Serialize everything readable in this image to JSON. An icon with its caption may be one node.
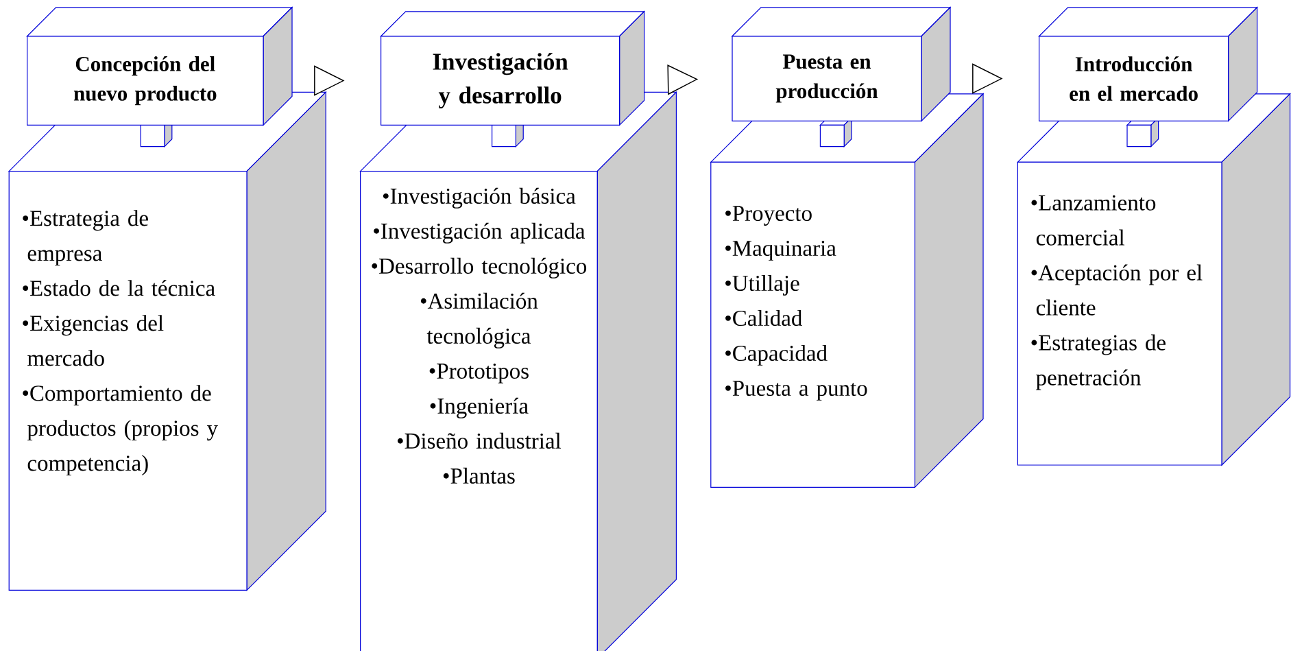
{
  "diagram": {
    "nodes": [
      {
        "text": [
          "Concepción del nuevo producto"
        ]
      },
      {
        "text": [
          "•Estrategia de empresa",
          "•Estado de la técnica",
          "•Exigencias del mercado",
          "•Comportamiento de productos (propios y competencia)"
        ]
      },
      {
        "text": [
          "Investigación y desarrollo"
        ]
      },
      {
        "text": [
          "•Investigación básica",
          "•Investigación aplicada",
          "•Desarrollo tecnológico",
          "•Asimilación tecnológica",
          "•Prototipos",
          "•Ingeniería",
          "•Diseño industrial",
          "•Plantas"
        ]
      },
      {
        "text": [
          "Puesta en producción"
        ]
      },
      {
        "text": [
          "•Proyecto",
          "•Maquinaria",
          "•Utillaje",
          "•Calidad",
          "•Capacidad",
          "•Puesta a punto"
        ]
      },
      {
        "text": [
          "Introducción en el mercado"
        ]
      },
      {
        "text": [
          "•Lanzamiento comercial",
          "•Aceptación por el cliente",
          "•Estrategias de penetración"
        ]
      }
    ],
    "edges": [
      {
        "from": 0,
        "to": 2,
        "arrow": "to"
      },
      {
        "from": 2,
        "to": 4,
        "arrow": "to"
      },
      {
        "from": 4,
        "to": 6,
        "arrow": "to"
      }
    ]
  }
}
